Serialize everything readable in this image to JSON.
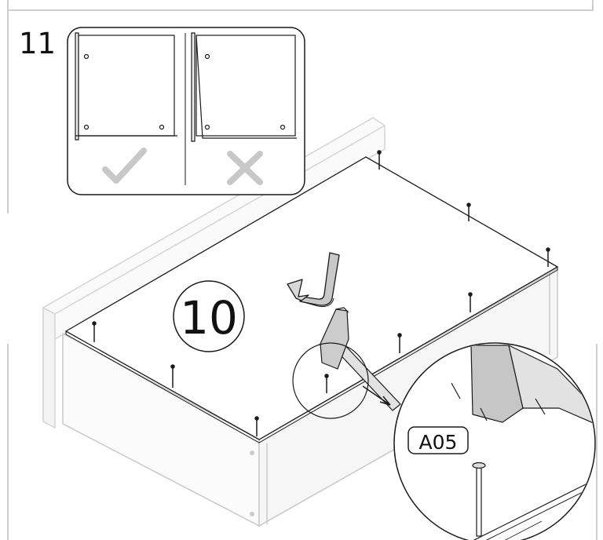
{
  "steps": {
    "current": "10",
    "next": "11"
  },
  "part": {
    "code": "A05"
  },
  "inset": {
    "correct_icon": "check-icon",
    "wrong_icon": "cross-icon"
  },
  "colors": {
    "line": "#1a1a1a",
    "frame": "#cfcfcf",
    "panel": "#f4f4f4",
    "tape": "#d8d8d8",
    "mark": "#c8c8c8"
  }
}
